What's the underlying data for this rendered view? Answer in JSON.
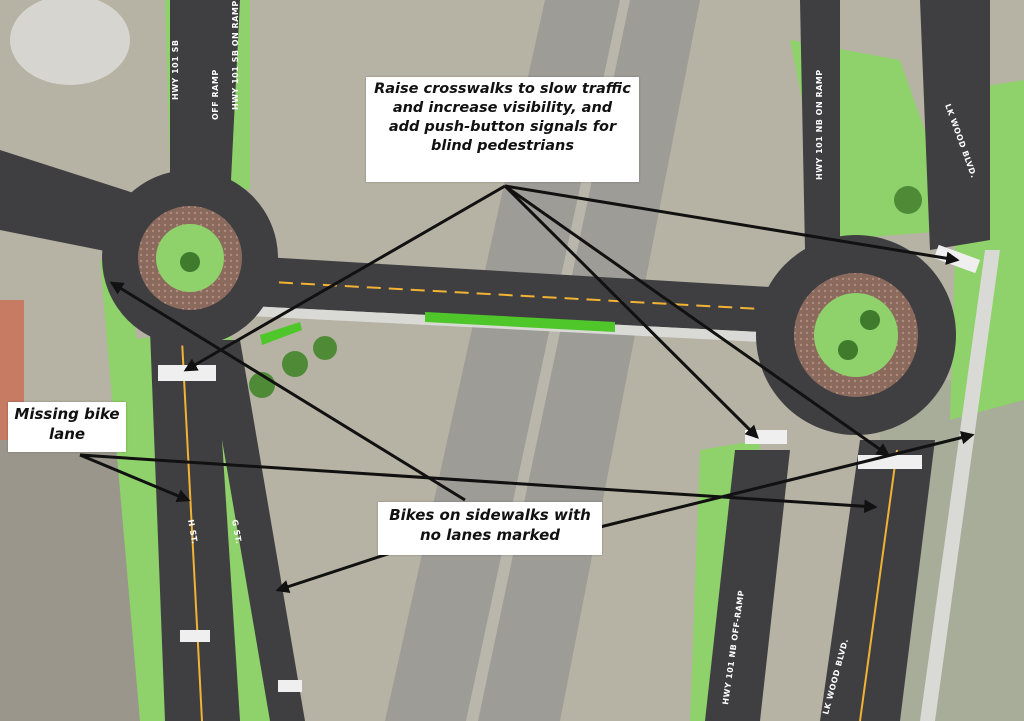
{
  "callouts": {
    "crosswalks": [
      "Raise crosswalks to slow traffic",
      "and increase visibility, and",
      "add push-button signals for",
      "blind pedestrians"
    ],
    "bike_lane": [
      "Missing bike",
      "lane"
    ],
    "sidewalks": [
      "Bikes on sidewalks with",
      "no lanes marked"
    ]
  },
  "road_labels": {
    "hwy101_sb": "HWY 101 SB",
    "sb_off_ramp": "OFF RAMP",
    "sb_on_ramp": "HWY 101 SB ON RAMP",
    "nb_on_ramp": "HWY 101 NB ON RAMP",
    "lk_wood_top": "LK WOOD BLVD.",
    "nb_off_ramp": "HWY 101 NB OFF-RAMP",
    "lk_wood_bottom": "LK WOOD BLVD.",
    "h_st": "H ST.",
    "g_st": "G ST."
  },
  "colors": {
    "asphalt": "#3f3f42",
    "grass": "#8fd16a",
    "median": "#8b6a5e",
    "centerline": "#f2b233",
    "bike_green": "#4fc72b",
    "arrow": "#111111",
    "callout_bg": "#ffffff"
  }
}
